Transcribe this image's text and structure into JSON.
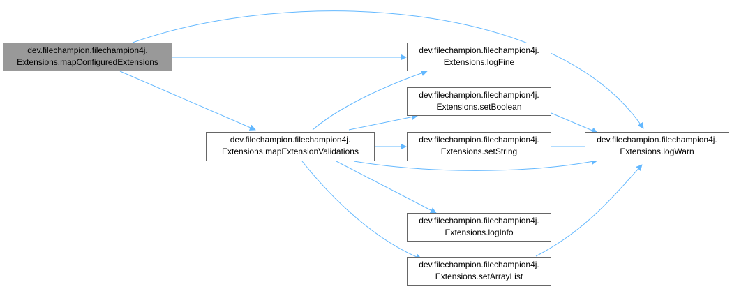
{
  "colors": {
    "edge": "#63b8ff",
    "root_fill": "#999999",
    "node_fill": "#ffffff",
    "node_border": "#666666"
  },
  "nodes": {
    "map_configured_extensions": {
      "line1": "dev.filechampion.filechampion4j.",
      "line2": "Extensions.mapConfiguredExtensions"
    },
    "map_extension_validations": {
      "line1": "dev.filechampion.filechampion4j.",
      "line2": "Extensions.mapExtensionValidations"
    },
    "log_fine": {
      "line1": "dev.filechampion.filechampion4j.",
      "line2": "Extensions.logFine"
    },
    "set_boolean": {
      "line1": "dev.filechampion.filechampion4j.",
      "line2": "Extensions.setBoolean"
    },
    "set_string": {
      "line1": "dev.filechampion.filechampion4j.",
      "line2": "Extensions.setString"
    },
    "log_warn": {
      "line1": "dev.filechampion.filechampion4j.",
      "line2": "Extensions.logWarn"
    },
    "log_info": {
      "line1": "dev.filechampion.filechampion4j.",
      "line2": "Extensions.logInfo"
    },
    "set_array_list": {
      "line1": "dev.filechampion.filechampion4j.",
      "line2": "Extensions.setArrayList"
    }
  },
  "edges": [
    {
      "from": "map_configured_extensions",
      "to": "log_warn"
    },
    {
      "from": "map_configured_extensions",
      "to": "log_fine"
    },
    {
      "from": "map_configured_extensions",
      "to": "map_extension_validations"
    },
    {
      "from": "map_extension_validations",
      "to": "log_fine"
    },
    {
      "from": "map_extension_validations",
      "to": "set_boolean"
    },
    {
      "from": "map_extension_validations",
      "to": "set_string"
    },
    {
      "from": "map_extension_validations",
      "to": "log_warn"
    },
    {
      "from": "map_extension_validations",
      "to": "log_info"
    },
    {
      "from": "map_extension_validations",
      "to": "set_array_list"
    },
    {
      "from": "set_boolean",
      "to": "log_warn"
    },
    {
      "from": "set_string",
      "to": "log_warn"
    },
    {
      "from": "set_array_list",
      "to": "log_warn"
    }
  ]
}
